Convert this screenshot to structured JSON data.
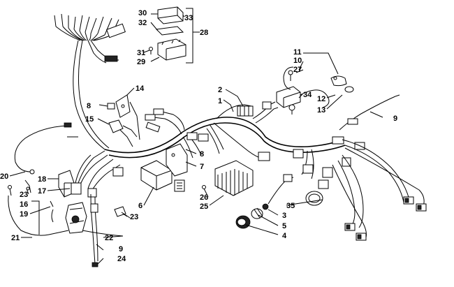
{
  "callouts": [
    {
      "id": "c1",
      "text": "1"
    },
    {
      "id": "c2",
      "text": "2"
    },
    {
      "id": "c3",
      "text": "3"
    },
    {
      "id": "c4",
      "text": "4"
    },
    {
      "id": "c5",
      "text": "5"
    },
    {
      "id": "c6",
      "text": "6"
    },
    {
      "id": "c7",
      "text": "7"
    },
    {
      "id": "c8a",
      "text": "8"
    },
    {
      "id": "c8b",
      "text": "8"
    },
    {
      "id": "c9a",
      "text": "9"
    },
    {
      "id": "c9b",
      "text": "9"
    },
    {
      "id": "c10",
      "text": "10"
    },
    {
      "id": "c11",
      "text": "11"
    },
    {
      "id": "c12",
      "text": "12"
    },
    {
      "id": "c13",
      "text": "13"
    },
    {
      "id": "c14",
      "text": "14"
    },
    {
      "id": "c15",
      "text": "15"
    },
    {
      "id": "c16",
      "text": "16"
    },
    {
      "id": "c17",
      "text": "17"
    },
    {
      "id": "c18",
      "text": "18"
    },
    {
      "id": "c19",
      "text": "19"
    },
    {
      "id": "c20",
      "text": "20"
    },
    {
      "id": "c21",
      "text": "21"
    },
    {
      "id": "c22",
      "text": "22"
    },
    {
      "id": "c23a",
      "text": "23"
    },
    {
      "id": "c23b",
      "text": "23"
    },
    {
      "id": "c24",
      "text": "24"
    },
    {
      "id": "c25",
      "text": "25"
    },
    {
      "id": "c26",
      "text": "26"
    },
    {
      "id": "c27",
      "text": "27"
    },
    {
      "id": "c28",
      "text": "28"
    },
    {
      "id": "c29",
      "text": "29"
    },
    {
      "id": "c30",
      "text": "30"
    },
    {
      "id": "c31",
      "text": "31"
    },
    {
      "id": "c32",
      "text": "32"
    },
    {
      "id": "c33",
      "text": "33"
    },
    {
      "id": "c34",
      "text": "34"
    },
    {
      "id": "c35",
      "text": "35"
    }
  ]
}
